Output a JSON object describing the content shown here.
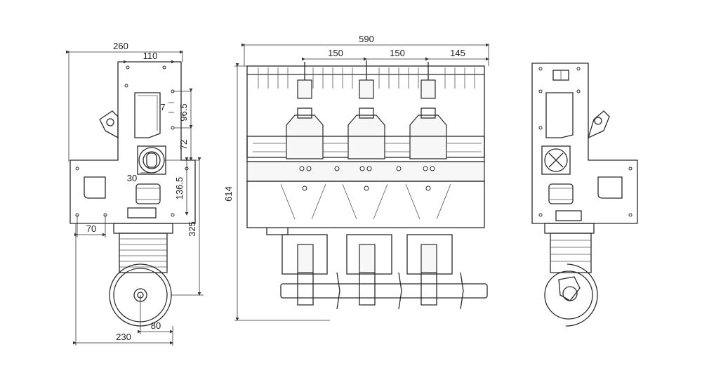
{
  "dimensions": {
    "left_view": {
      "overall_width": "260",
      "top_width": "110",
      "offset_7": "7",
      "height_96_5": "96.5",
      "height_72": "72",
      "shaft_30": "30",
      "height_136_5": "136.5",
      "height_325": "325",
      "bottom_70": "70",
      "bottom_80": "80",
      "bottom_230": "230"
    },
    "front_view": {
      "overall_width": "590",
      "pitch_1": "150",
      "pitch_2": "150",
      "pitch_3": "145",
      "overall_height": "614"
    }
  },
  "colors": {
    "line": "#2a2a2a",
    "background": "#ffffff"
  }
}
